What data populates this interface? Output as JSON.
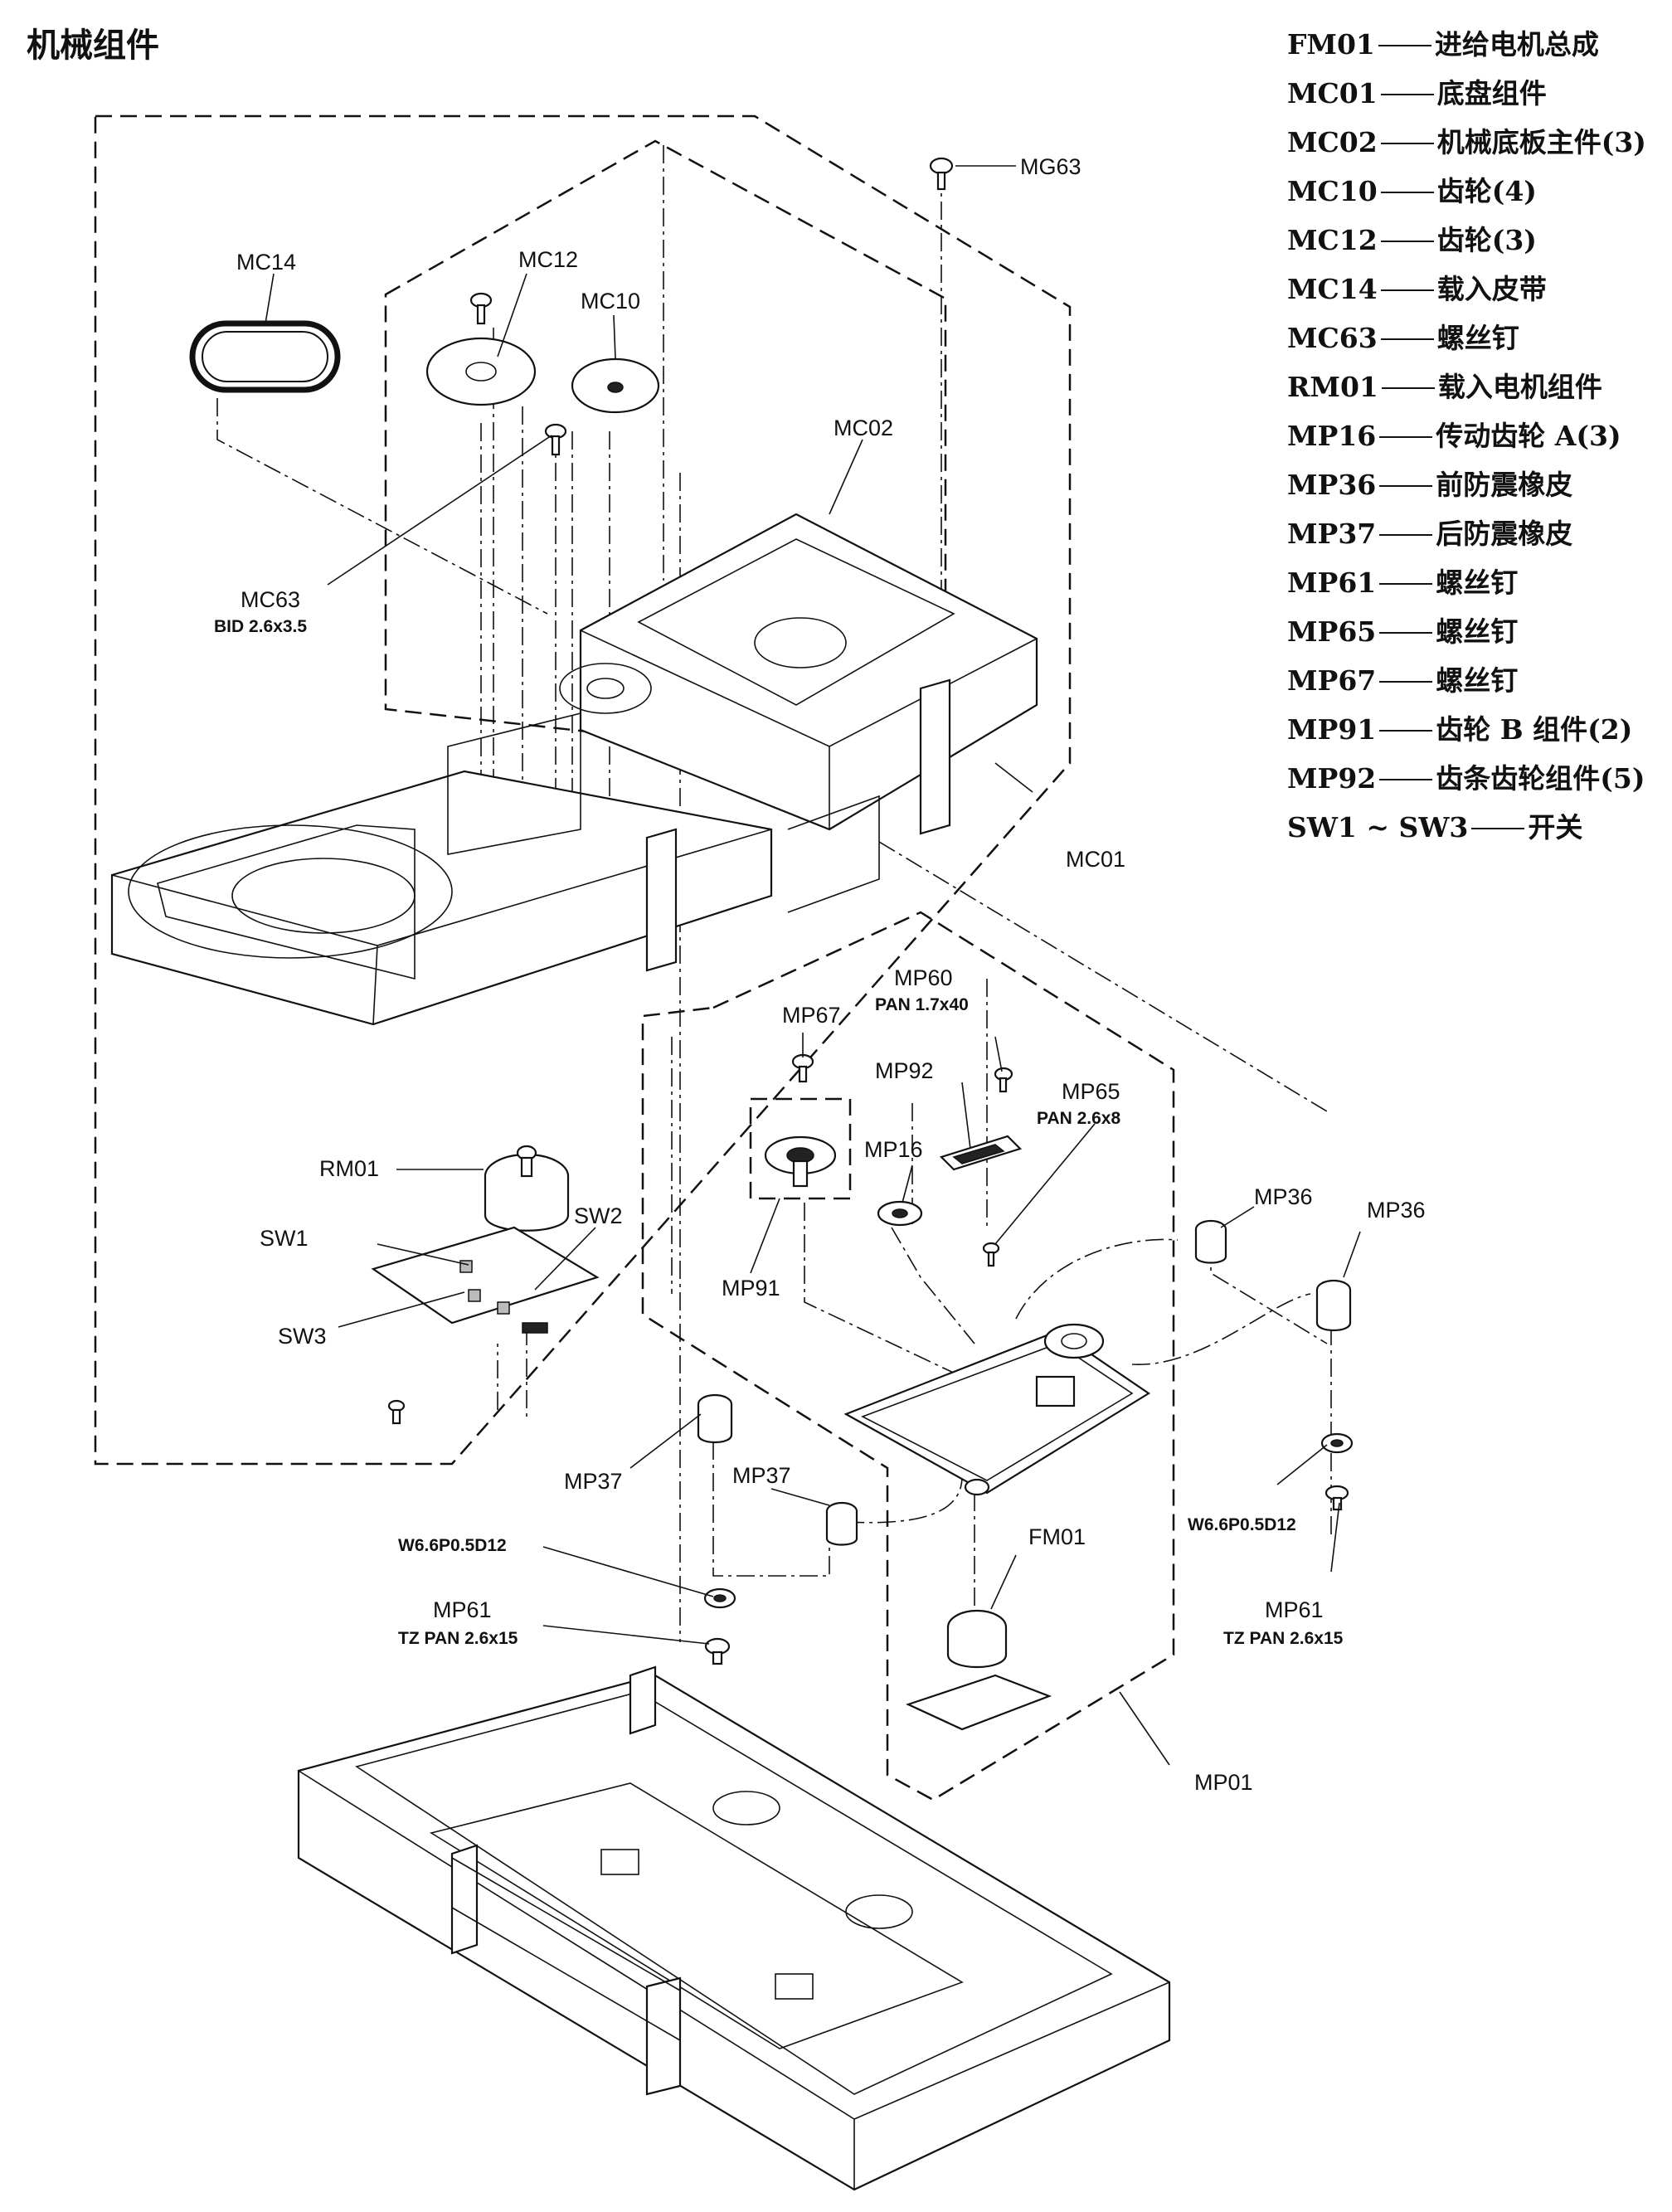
{
  "title": "机械组件",
  "legend": [
    {
      "code": "FM01",
      "desc": "进给电机总成"
    },
    {
      "code": "MC01",
      "desc": "底盘组件"
    },
    {
      "code": "MC02",
      "desc": "机械底板主件(3)"
    },
    {
      "code": "MC10",
      "desc": "齿轮(4)"
    },
    {
      "code": "MC12",
      "desc": "齿轮(3)"
    },
    {
      "code": "MC14",
      "desc": "载入皮带"
    },
    {
      "code": "MC63",
      "desc": "螺丝钉"
    },
    {
      "code": "RM01",
      "desc": "载入电机组件"
    },
    {
      "code": "MP16",
      "desc": "传动齿轮 A(3)"
    },
    {
      "code": "MP36",
      "desc": "前防震橡皮"
    },
    {
      "code": "MP37",
      "desc": "后防震橡皮"
    },
    {
      "code": "MP61",
      "desc": "螺丝钉"
    },
    {
      "code": "MP65",
      "desc": "螺丝钉"
    },
    {
      "code": "MP67",
      "desc": "螺丝钉"
    },
    {
      "code": "MP91",
      "desc": "齿轮 B 组件(2)"
    },
    {
      "code": "MP92",
      "desc": "齿条齿轮组件(5)"
    },
    {
      "code": "SW1 ~ SW3",
      "desc": "开关"
    }
  ],
  "labels": {
    "mg63": "MG63",
    "mc14": "MC14",
    "mc12": "MC12",
    "mc10": "MC10",
    "mc02": "MC02",
    "mc63": "MC63",
    "mc63_sub": "BID 2.6x3.5",
    "mc01": "MC01",
    "rm01": "RM01",
    "sw1": "SW1",
    "sw2": "SW2",
    "sw3": "SW3",
    "mp67": "MP67",
    "mp60": "MP60",
    "mp60_sub": "PAN 1.7x40",
    "mp92": "MP92",
    "mp65": "MP65",
    "mp65_sub": "PAN 2.6x8",
    "mp16": "MP16",
    "mp91": "MP91",
    "mp36_a": "MP36",
    "mp36_b": "MP36",
    "mp37_a": "MP37",
    "mp37_b": "MP37",
    "washer_l": "W6.6P0.5D12",
    "washer_r": "W6.6P0.5D12",
    "mp61_l": "MP61",
    "mp61_l_sub": "TZ PAN 2.6x15",
    "mp61_r": "MP61",
    "mp61_r_sub": "TZ PAN 2.6x15",
    "fm01": "FM01",
    "mp01": "MP01"
  }
}
